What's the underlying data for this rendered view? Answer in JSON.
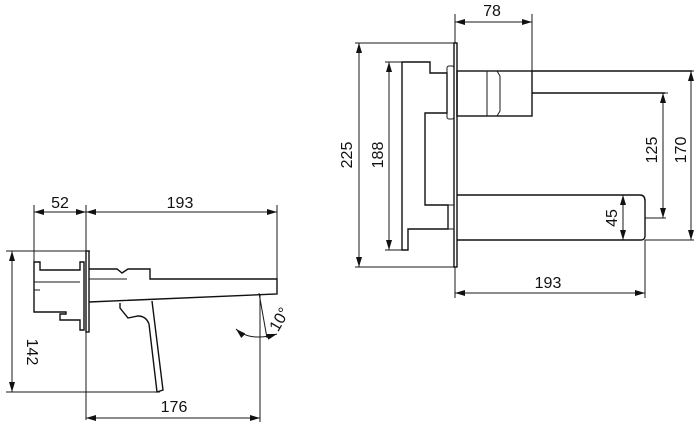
{
  "side_view": {
    "dims": {
      "projection_plate": "52",
      "spout_length": "193",
      "height": "142",
      "handle_reach": "176",
      "angle": "10°"
    }
  },
  "front_view": {
    "dims": {
      "depth": "78",
      "plate_height": "225",
      "body_height": "188",
      "handle_to_outlet": "125",
      "total_height": "170",
      "spout_thickness": "45",
      "spout_length": "193"
    }
  },
  "colors": {
    "line": "#111111",
    "background": "#ffffff"
  }
}
